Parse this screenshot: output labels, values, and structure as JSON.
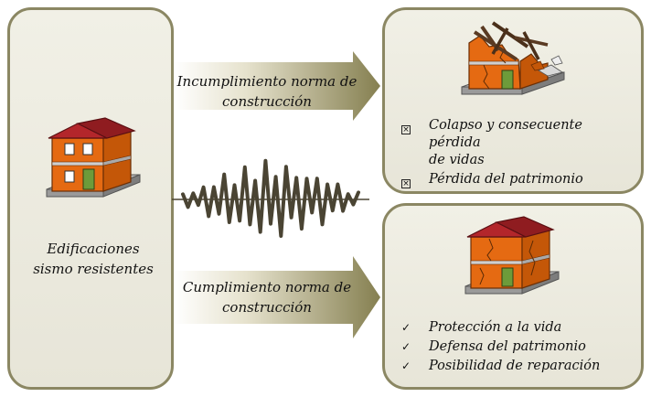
{
  "left_panel": {
    "label_line1": "Edificaciones",
    "label_line2": "sismo resistentes",
    "icon": "house-icon"
  },
  "top_arrow": {
    "line1": "Incumplimiento norma de",
    "line2": "construcción"
  },
  "bottom_arrow": {
    "line1": "Cumplimiento norma de",
    "line2": "construcción"
  },
  "top_panel": {
    "icon": "collapsed-house-icon",
    "items": [
      {
        "line1": "Colapso y consecuente pérdida",
        "line2": "de vidas"
      },
      {
        "line1": "Pérdida del patrimonio"
      }
    ]
  },
  "bottom_panel": {
    "icon": "cracked-house-icon",
    "items": [
      {
        "text": "Protección a la vida"
      },
      {
        "text": "Defensa del patrimonio"
      },
      {
        "text": "Posibilidad de reparación"
      }
    ]
  },
  "seismic_wave_icon": "seismogram-icon",
  "colors": {
    "panel_border": "#8b8763",
    "arrow_dark": "#8a8456",
    "wall_orange": "#e56a12",
    "roof_red": "#b3262b",
    "door_green": "#6d9b3a",
    "wave": "#4a4433"
  }
}
